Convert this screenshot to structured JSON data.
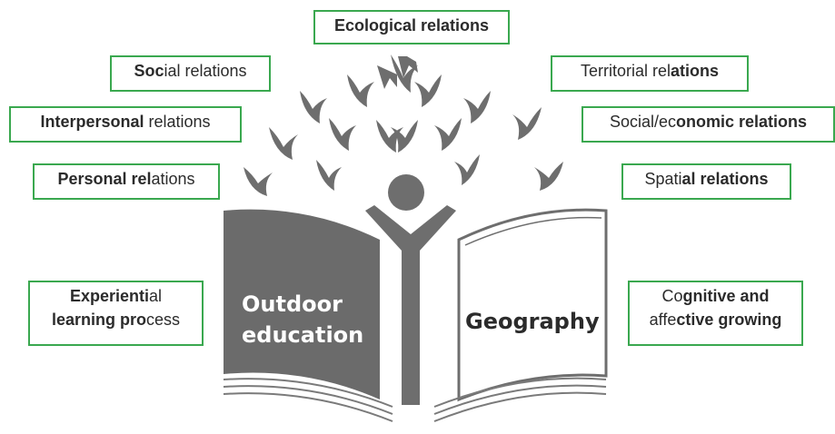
{
  "labels": {
    "ecological": "Ecological relations",
    "social_a": "Soc",
    "social_b": "ial relations",
    "territorial_a": "Territorial rel",
    "territorial_b": "ations",
    "interpersonal_a": "Interpersonal",
    "interpersonal_b": " relations",
    "socioeconomic_a": "Social/ec",
    "socioeconomic_b": "onomic relations",
    "personal_a": "Personal rel",
    "personal_b": "ations",
    "spatial_a": "Spati",
    "spatial_b": "al relations",
    "experiential_1a": "Experienti",
    "experiential_1b": "al",
    "experiential_2a": "learning pro",
    "experiential_2b": "cess",
    "cognitive_1a": "Co",
    "cognitive_1b": "gnitive and",
    "cognitive_2a": "affe",
    "cognitive_2b": "ctive growing"
  },
  "book": {
    "left_line1": "Outdoor",
    "left_line2": "education",
    "right": "Geography"
  },
  "colors": {
    "box_border": "#3aa84f",
    "tree": "#6e6e6e",
    "book_left_fill": "#6b6b6b"
  }
}
